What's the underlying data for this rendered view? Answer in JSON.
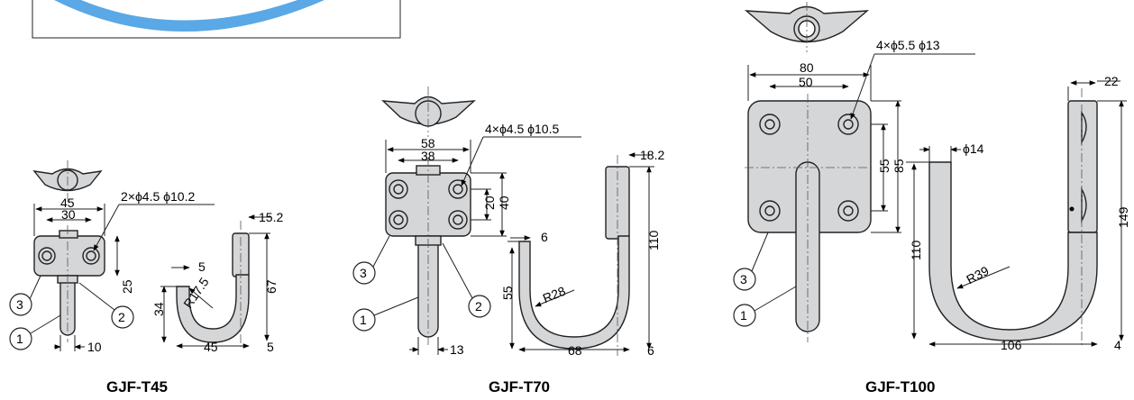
{
  "models": [
    {
      "title": "GJF-T45",
      "hole_spec": "2×ϕ4.5 ϕ10.2",
      "plate_width": "45",
      "hole_pitch": "30",
      "stem_length": "25",
      "hook_height": "67",
      "hook_depth": "34",
      "hook_radius": "R17.5",
      "hook_offset": "5",
      "hook_width": "45",
      "hook_foot": "5",
      "plate_thickness": "15.2",
      "stem_diameter": "10",
      "callouts": [
        "1",
        "2",
        "3"
      ]
    },
    {
      "title": "GJF-T70",
      "hole_spec": "4×ϕ4.5 ϕ10.5",
      "plate_width": "58",
      "hole_pitch": "38",
      "hole_pitch_v": "20",
      "plate_height": "40",
      "hook_height": "110",
      "hook_depth": "55",
      "hook_radius": "R28",
      "hook_offset": "6",
      "hook_width": "68",
      "hook_foot": "6",
      "plate_thickness": "18.2",
      "stem_diameter": "13",
      "callouts": [
        "1",
        "2",
        "3"
      ]
    },
    {
      "title": "GJF-T100",
      "hole_spec": "4×ϕ5.5 ϕ13",
      "plate_width": "80",
      "hole_pitch": "50",
      "hole_pitch_v": "55",
      "plate_height": "85",
      "hook_height": "110",
      "total_height": "149",
      "hook_radius": "R39",
      "stem_diameter": "ϕ14",
      "hook_width": "106",
      "hook_foot": "4",
      "plate_thickness": "22",
      "callouts": [
        "1",
        "3"
      ]
    }
  ],
  "colors": {
    "part_fill": "#d5d6d8",
    "line": "#222222",
    "banner_blue": "#5aa8e6"
  }
}
